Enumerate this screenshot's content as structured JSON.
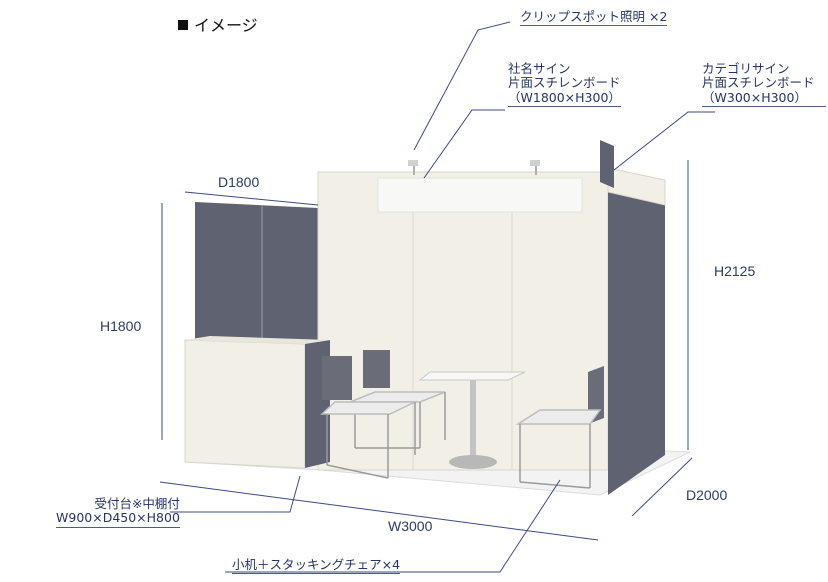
{
  "heading": "イメージ",
  "callouts": {
    "clip_spot": "クリップスポット照明 ×2",
    "company_sign": [
      "社名サイン",
      "片面スチレンボード",
      "（W1800×H300）"
    ],
    "category_sign": [
      "カテゴリサイン",
      "片面スチレンボード",
      "（W300×H300）"
    ],
    "reception": [
      "受付台※中棚付",
      "W900×D450×H800"
    ],
    "furniture": "小机＋スタッキングチェア×4"
  },
  "dimensions": {
    "d1800": "D1800",
    "h1800": "H1800",
    "h2125": "H2125",
    "w3000": "W3000",
    "d2000": "D2000"
  },
  "colors": {
    "panel_light": "#f2f0e6",
    "panel_dark": "#5f6270",
    "line": "#3a4a8a"
  }
}
